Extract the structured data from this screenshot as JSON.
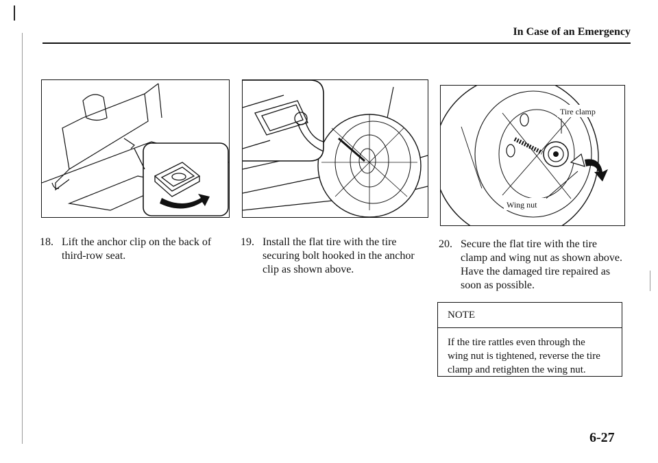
{
  "header": {
    "section_title": "In Case of an Emergency"
  },
  "figures": {
    "fig3": {
      "label_tire_clamp": "Tire clamp",
      "label_wing_nut": "Wing nut"
    }
  },
  "steps": [
    {
      "number": "18.",
      "lines": [
        "Lift the anchor clip on the back of",
        "third-row seat."
      ]
    },
    {
      "number": "19.",
      "lines": [
        "Install the flat tire with the tire",
        "securing bolt hooked in the anchor",
        "clip as shown above."
      ]
    },
    {
      "number": "20.",
      "lines": [
        "Secure the flat tire with the tire",
        "clamp and wing nut as shown above.",
        "Have the damaged tire repaired as",
        "soon as possible."
      ]
    }
  ],
  "note": {
    "title": "NOTE",
    "lines": [
      "If the tire rattles even through the",
      "wing nut is tightened, reverse the tire",
      "clamp and retighten the wing nut."
    ]
  },
  "page_number": "6-27"
}
